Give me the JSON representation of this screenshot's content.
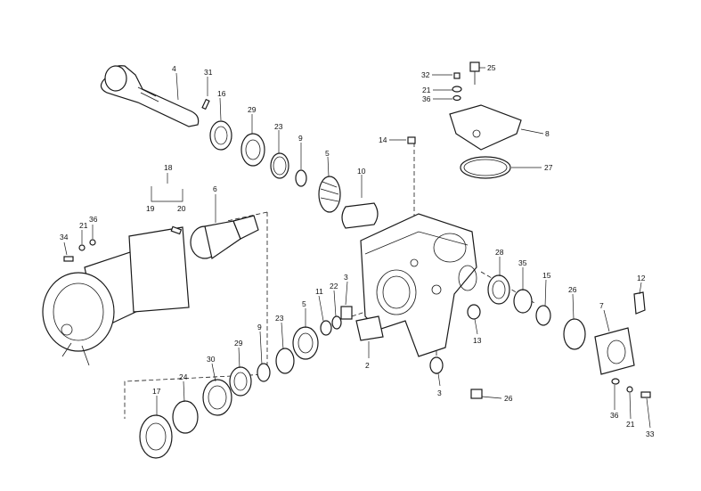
{
  "labels": {
    "p1": "4",
    "p2": "31",
    "p3": "16",
    "p4": "29",
    "p5": "23",
    "p6": "9",
    "p7": "5",
    "p8": "10",
    "p9": "14",
    "p10": "32",
    "p11": "25",
    "p12": "21",
    "p13": "36",
    "p14": "8",
    "p15": "27",
    "p16": "18",
    "p17": "19",
    "p18": "20",
    "p19": "6",
    "p20": "21",
    "p21": "36",
    "p22": "34",
    "p23": "11",
    "p24": "22",
    "p25": "3",
    "p26": "5",
    "p27": "23",
    "p28": "9",
    "p29": "29",
    "p30": "30",
    "p31": "24",
    "p32": "17",
    "p33": "2",
    "p34": "3",
    "p35": "26",
    "p36": "28",
    "p37": "35",
    "p38": "15",
    "p39": "26",
    "p40": "13",
    "p41": "12",
    "p42": "7",
    "p43": "36",
    "p44": "21",
    "p45": "33"
  }
}
